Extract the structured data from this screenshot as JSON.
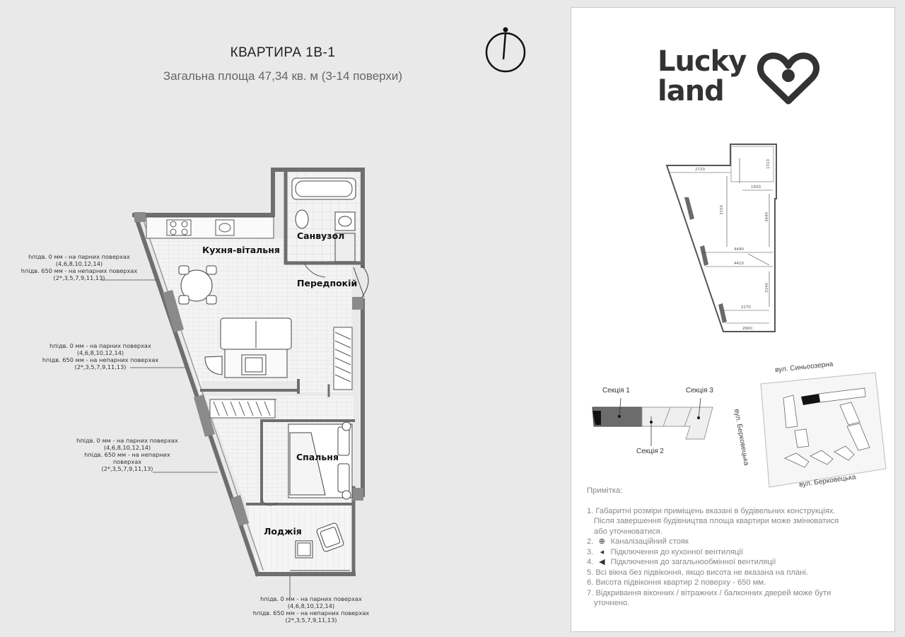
{
  "header": {
    "title": "КВАРТИРА 1В-1",
    "subtitle": "Загальна площа 47,34 кв. м (3-14 поверхи)"
  },
  "rooms": {
    "kitchen": "Кухня-вітальня",
    "bathroom": "Санвузол",
    "hallway": "Передпокій",
    "bedroom": "Спальня",
    "loggia": "Лоджія"
  },
  "sill_notes": [
    {
      "l1": "hпідв. 0 мм - на парних поверхах",
      "l2": "(4,6,8,10,12,14)",
      "l3": "hпідв. 650 мм - на непарних поверхах",
      "l4": "(2*,3,5,7,9,11,13)"
    },
    {
      "l1": "hпідв. 0 мм - на парних поверхах",
      "l2": "(4,6,8,10,12,14)",
      "l3": "hпідв. 650 мм - на непарних поверхах",
      "l4": "(2*,3,5,7,9,11,13)"
    },
    {
      "l1": "hпідв. 0 мм - на парних поверхах",
      "l2": "(4,6,8,10,12,14)",
      "l3": "hпідв. 650 мм - на непарних",
      "l4": "поверхах",
      "l5": "(2*,3,5,7,9,11,13)"
    },
    {
      "l1": "hпідв. 0 мм - на парних поверхах",
      "l2": "(4,6,8,10,12,14)",
      "l3": "hпідв. 650 мм - на непарних поверхах",
      "l4": "(2*,3,5,7,9,11,13)"
    }
  ],
  "logo": {
    "line1": "Lucky",
    "line2": "land"
  },
  "mini_plan_dims": [
    "2720",
    "3150",
    "1500",
    "4490",
    "4410",
    "3140",
    "3640",
    "2270",
    "2660",
    "1310"
  ],
  "sections": {
    "s1": "Секція 1",
    "s2": "Секція 2",
    "s3": "Секція 3"
  },
  "streets": {
    "north": "вул. Синьоозерна",
    "west": "вул. Берковецька",
    "south": "вул. Берковецька"
  },
  "notes": {
    "heading": "Примітка:",
    "items": [
      {
        "num": "1.",
        "text": "Габаритні розміри приміщень вказані в будівельних конструкціях.",
        "cont": [
          "Після завершення будівництва площа квартири може змінюватися",
          "або уточнюватися."
        ]
      },
      {
        "num": "2.",
        "icon": "sewer-riser-icon",
        "text": "Каналізаційний стояк"
      },
      {
        "num": "3.",
        "icon": "kitchen-vent-icon",
        "text": "Підключення до кухонної вентиляції"
      },
      {
        "num": "4.",
        "icon": "general-vent-icon",
        "text": "Підключення до загальнообмінної вентиляції"
      },
      {
        "num": "5.",
        "text": "Всі вікна без підвіконня, якщо висота не вказана на плані."
      },
      {
        "num": "6.",
        "text": "Висота підвіконня  квартир 2 поверху - 650 мм."
      },
      {
        "num": "7.",
        "text": "Відкривання віконних / вітражних / балконних дверей може бути",
        "cont": [
          "уточнено."
        ]
      }
    ]
  },
  "colors": {
    "sheet_bg": "#e9e9e9",
    "wall": "#7a7a7a",
    "text_dark": "#222222",
    "note_gray": "#888888",
    "logo": "#333333"
  }
}
